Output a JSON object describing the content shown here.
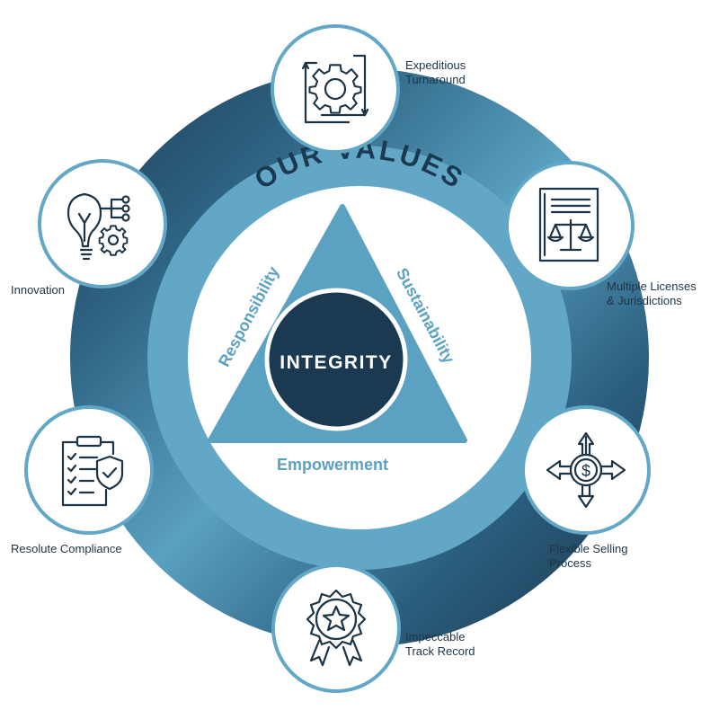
{
  "title": "OUR VALUES",
  "center": "INTEGRITY",
  "values": {
    "left": "Responsibility",
    "right": "Sustainability",
    "bottom": "Empowerment"
  },
  "features": [
    {
      "icon": "gear-cycle-icon",
      "lines": [
        "Expeditious",
        "Turnaround"
      ]
    },
    {
      "icon": "license-scales-icon",
      "lines": [
        "Multiple Licenses",
        "& Jurisdictions"
      ]
    },
    {
      "icon": "dollar-arrows-icon",
      "lines": [
        "Flexible Selling",
        "Process"
      ]
    },
    {
      "icon": "award-star-icon",
      "lines": [
        "Impeccable",
        "Track Record"
      ]
    },
    {
      "icon": "clipboard-shield-icon",
      "lines": [
        "Resolute Compliance"
      ]
    },
    {
      "icon": "lightbulb-gear-icon",
      "lines": [
        "Innovation"
      ]
    }
  ],
  "colors": {
    "dark": "#1b3a52",
    "mid": "#5aa0c0",
    "light": "#62a7c6",
    "text": "#1d3447"
  }
}
